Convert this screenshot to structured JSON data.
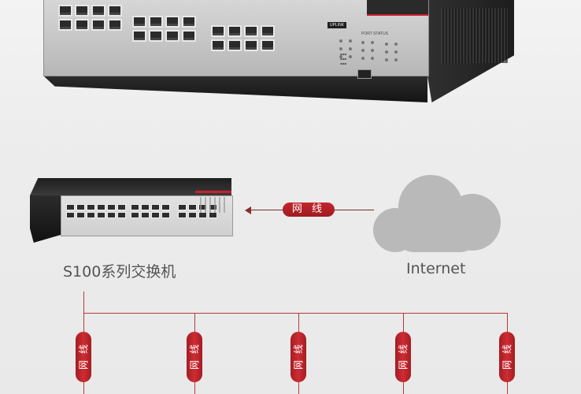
{
  "switch_top": {
    "uplink_label": "UPLINK",
    "port_status_label": "PORT STATUS"
  },
  "connection": {
    "cable_label": "网 线",
    "direction": "internet-to-switch"
  },
  "captions": {
    "switch": "S100系列交换机",
    "internet": "Internet"
  },
  "branches": [
    {
      "chars": [
        "网",
        "线"
      ]
    },
    {
      "chars": [
        "网",
        "线"
      ]
    },
    {
      "chars": [
        "网",
        "线"
      ]
    },
    {
      "chars": [
        "网",
        "线"
      ]
    },
    {
      "chars": [
        "网",
        "线"
      ]
    }
  ],
  "colors": {
    "accent_red": "#c4262d",
    "cloud_gray": "#b9b9b9",
    "caption_gray": "#545454"
  }
}
